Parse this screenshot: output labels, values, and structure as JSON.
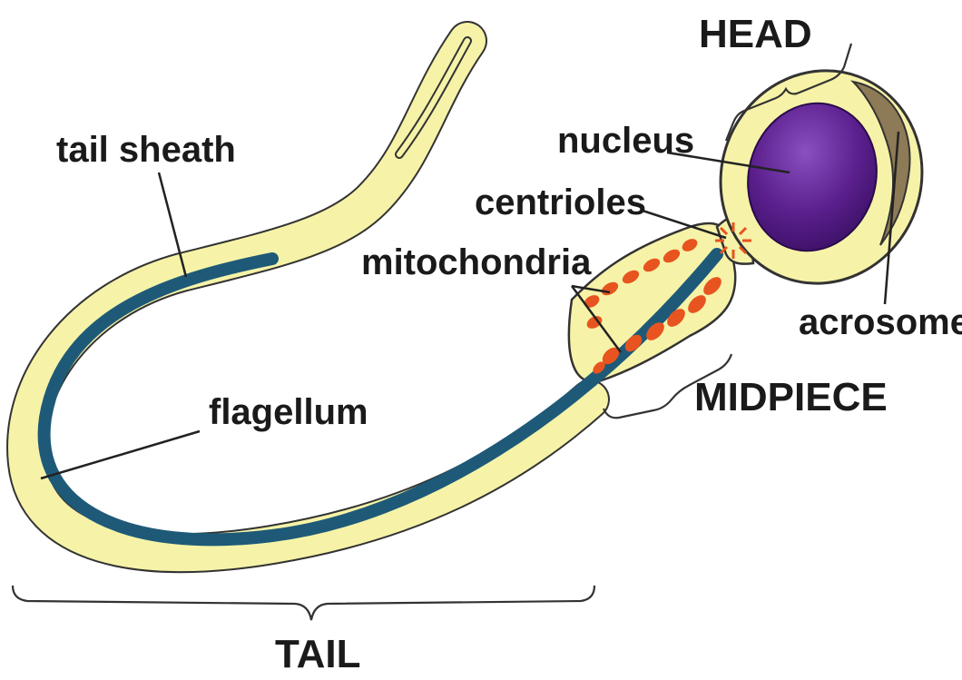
{
  "labels": {
    "head": "HEAD",
    "tail_sheath": "tail sheath",
    "nucleus": "nucleus",
    "centrioles": "centrioles",
    "mitochondria": "mitochondria",
    "acrosome": "acrosome",
    "flagellum": "flagellum",
    "midpiece": "MIDPIECE",
    "tail": "TAIL"
  },
  "colors": {
    "sheath_fill": "#f6f3a8",
    "outline": "#333333",
    "flagellum": "#1e5a78",
    "mitochondria": "#e8541f",
    "nucleus": "#5a1f8c",
    "acrosome": "#8d7a57"
  }
}
